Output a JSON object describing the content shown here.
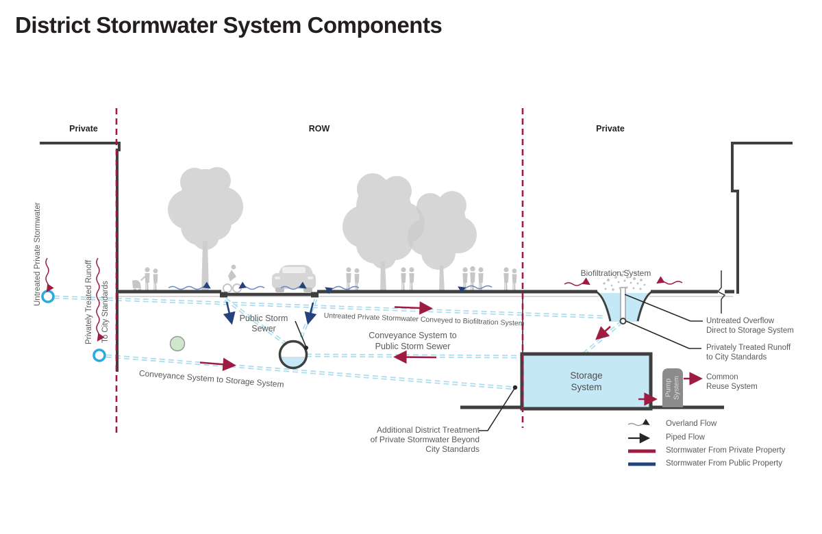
{
  "title": "District Stormwater System Components",
  "zones": {
    "left": "Private",
    "center": "ROW",
    "right": "Private"
  },
  "labels": {
    "untreated_private_stormwater": "Untreated Private Stormwater",
    "privately_treated_runoff": "Privately Treated Runoff",
    "to_city_standards": "To City Standards",
    "public_storm_sewer": [
      "Public Storm",
      "Sewer"
    ],
    "untreated_conveyed": "Untreated Private Stormwater Conveyed to Biofiltration System",
    "conveyance_public": [
      "Conveyance System to",
      "Public Storm Sewer"
    ],
    "conveyance_storage": "Conveyance System to Storage  System",
    "biofiltration_system": "Biofiltration System",
    "untreated_overflow": [
      "Untreated Overflow",
      "Direct to Storage System"
    ],
    "privately_treated_right": [
      "Privately Treated Runoff",
      "to City Standards"
    ],
    "storage_system": [
      "Storage",
      "System"
    ],
    "pump_system": [
      "Pump",
      "System"
    ],
    "common_reuse": [
      "Common",
      "Reuse System"
    ],
    "additional_treatment": [
      "Additional District Treatment",
      "of Private Stormwater Beyond",
      "City Standards"
    ]
  },
  "legend": {
    "items": [
      {
        "symbol": "wavy-arrow",
        "label": "Overland Flow"
      },
      {
        "symbol": "straight-arrow",
        "label": "Piped Flow"
      },
      {
        "symbol": "maroon-line",
        "label": "Stormwater From Private Property"
      },
      {
        "symbol": "navy-line",
        "label": "Stormwater From Public Property"
      }
    ]
  },
  "colors": {
    "maroon": "#9e1b42",
    "navy": "#24427c",
    "pipe_cyan": "#aadcee",
    "water_blue": "#c5e8f7",
    "boundary_red": "#9e1b3c",
    "text_gray": "#58595b",
    "structure_gray": "#3f3f3f"
  }
}
